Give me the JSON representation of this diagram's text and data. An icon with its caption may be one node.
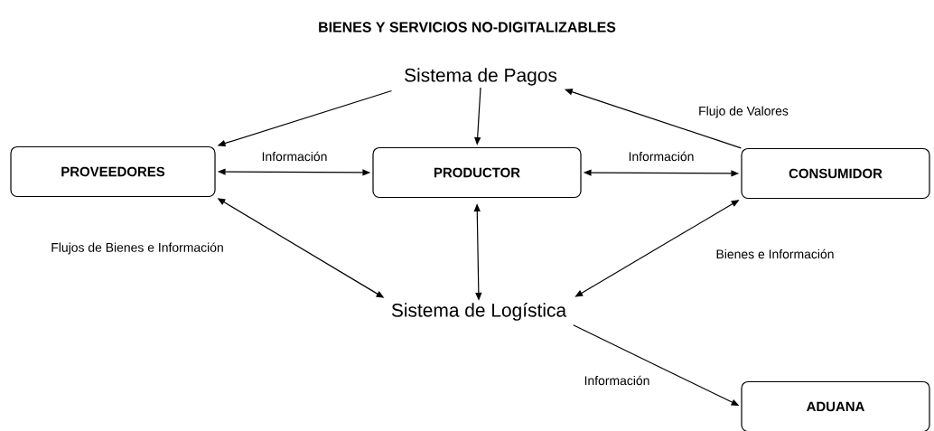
{
  "diagram": {
    "title": "BIENES Y SERVICIOS NO-DIGITALIZABLES",
    "nodes": [
      {
        "text": [
          "Sistema de Pagos"
        ]
      },
      {
        "text": [
          "PROVEEDORES"
        ]
      },
      {
        "text": [
          "PRODUCTOR"
        ]
      },
      {
        "text": [
          "CONSUMIDOR"
        ]
      },
      {
        "text": [
          "Sistema de Logística"
        ]
      },
      {
        "text": [
          "ADUANA"
        ]
      }
    ],
    "edges": [
      {
        "from": 0,
        "to": 1,
        "arrow": "to"
      },
      {
        "from": 0,
        "to": 2,
        "arrow": "to"
      },
      {
        "from": 3,
        "to": 0,
        "arrow": "to",
        "label": "Flujo de Valores"
      },
      {
        "from": 1,
        "to": 2,
        "arrow": "both",
        "label": "Información"
      },
      {
        "from": 2,
        "to": 3,
        "arrow": "both",
        "label": "Información"
      },
      {
        "from": 1,
        "to": 4,
        "arrow": "both",
        "label": "Flujos de Bienes e Información"
      },
      {
        "from": 2,
        "to": 4,
        "arrow": "both"
      },
      {
        "from": 3,
        "to": 4,
        "arrow": "both",
        "label": "Bienes e Información"
      },
      {
        "from": 4,
        "to": 5,
        "arrow": "to",
        "label": "Información"
      }
    ]
  }
}
